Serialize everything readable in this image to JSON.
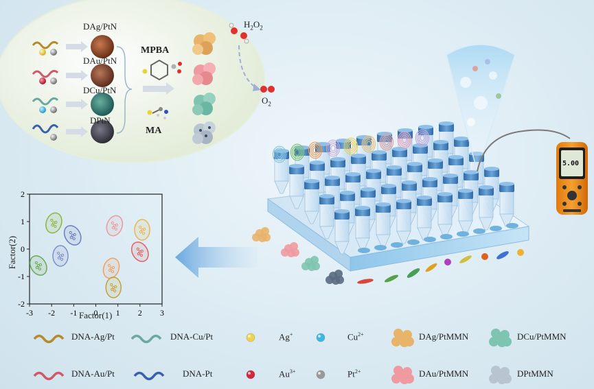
{
  "synthesis": {
    "labels": [
      "DAg/PtN",
      "DAu/PtN",
      "DCu/PtN",
      "DPtN"
    ],
    "reagent_1": "MPBA",
    "reagent_2": "MA",
    "h2o2": "H",
    "h2o2_sub": "2",
    "h2o2_o": "O",
    "h2o2_sub2": "2",
    "o2": "O",
    "o2_sub": "2"
  },
  "plot": {
    "xlabel": "Factor(1)",
    "ylabel": "Factor(2)",
    "xticks": [
      "-3",
      "-2",
      "-1",
      "0",
      "1",
      "2",
      "3"
    ],
    "yticks": [
      "2",
      "1",
      "0",
      "-1",
      "-2"
    ]
  },
  "chart_data": {
    "type": "scatter",
    "xlabel": "Factor(1)",
    "ylabel": "Factor(2)",
    "xlim": [
      -3,
      3
    ],
    "ylim": [
      -2,
      2
    ],
    "clusters": [
      {
        "color": "#6aa84f",
        "center": [
          -2.6,
          -0.6
        ]
      },
      {
        "color": "#8bb63a",
        "center": [
          -1.9,
          0.95
        ]
      },
      {
        "color": "#7d8fc9",
        "center": [
          -1.6,
          -0.25
        ]
      },
      {
        "color": "#6c7cc0",
        "center": [
          -1.05,
          0.5
        ]
      },
      {
        "color": "#e89a9a",
        "center": [
          0.85,
          0.85
        ]
      },
      {
        "color": "#e8b84a",
        "center": [
          2.1,
          0.7
        ]
      },
      {
        "color": "#e06060",
        "center": [
          2.0,
          -0.1
        ]
      },
      {
        "color": "#f0a060",
        "center": [
          0.7,
          -0.7
        ]
      },
      {
        "color": "#c8a030",
        "center": [
          0.8,
          -1.4
        ]
      }
    ]
  },
  "device": {
    "screen_value": "5.00"
  },
  "legend": {
    "row1": [
      "DNA-Ag/Pt",
      "DNA-Cu/Pt",
      "Ag",
      "Cu",
      "DAg/PtMMN",
      "DCu/PtMMN"
    ],
    "row1_sup": [
      "",
      "",
      "+",
      "2+",
      "",
      ""
    ],
    "row2": [
      "DNA-Au/Pt",
      "DNA-Pt",
      "Au",
      "Pt",
      "DAu/PtMMN",
      "DPtMMN"
    ],
    "row2_sup": [
      "",
      "",
      "3+",
      "2+",
      "",
      ""
    ]
  },
  "colors": {
    "ag": "#f2d24a",
    "cu": "#3db8e0",
    "au": "#d0283c",
    "pt": "#9a9a9a",
    "ag_cluster": "#e8b36a",
    "au_cluster": "#ef9aa0",
    "cu_cluster": "#7ec4b0",
    "pt_cluster": "#5a6a80"
  }
}
